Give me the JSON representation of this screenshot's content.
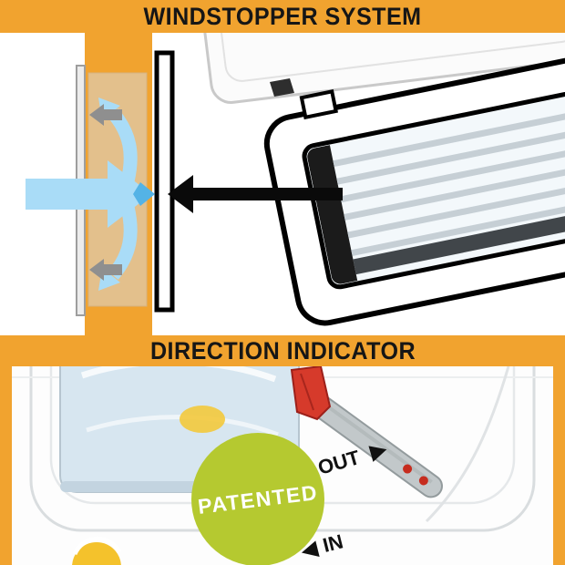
{
  "banners": {
    "windstopper": "WINDSTOPPER SYSTEM",
    "direction": "DIRECTION INDICATOR"
  },
  "direction_labels": {
    "out": "OUT",
    "out_arrow": "▶",
    "in": "IN",
    "in_arrow": "◀"
  },
  "badge": {
    "patented": "PATENTED"
  },
  "colors": {
    "banner_orange": "#F1A32F",
    "banner_text": "#161616",
    "wind_blue": "#A9DCF7",
    "wind_blue_dark": "#54B3E6",
    "deflect_gray": "#8F8F8F",
    "arrow_black": "#0A0A0A",
    "patented_green": "#B5C930",
    "patented_text": "#FFFFFF",
    "lever_red": "#D63A2B",
    "arm_gray": "#C2C8CA",
    "flap_blue_tint": "#D7E6F0"
  },
  "icons": {
    "wind_arrow": "➡",
    "deflect_up_arrow": "↖",
    "deflect_down_arrow": "↙",
    "pointer_arrow": "⬅",
    "out_arrow": "▶",
    "in_arrow": "◀"
  }
}
